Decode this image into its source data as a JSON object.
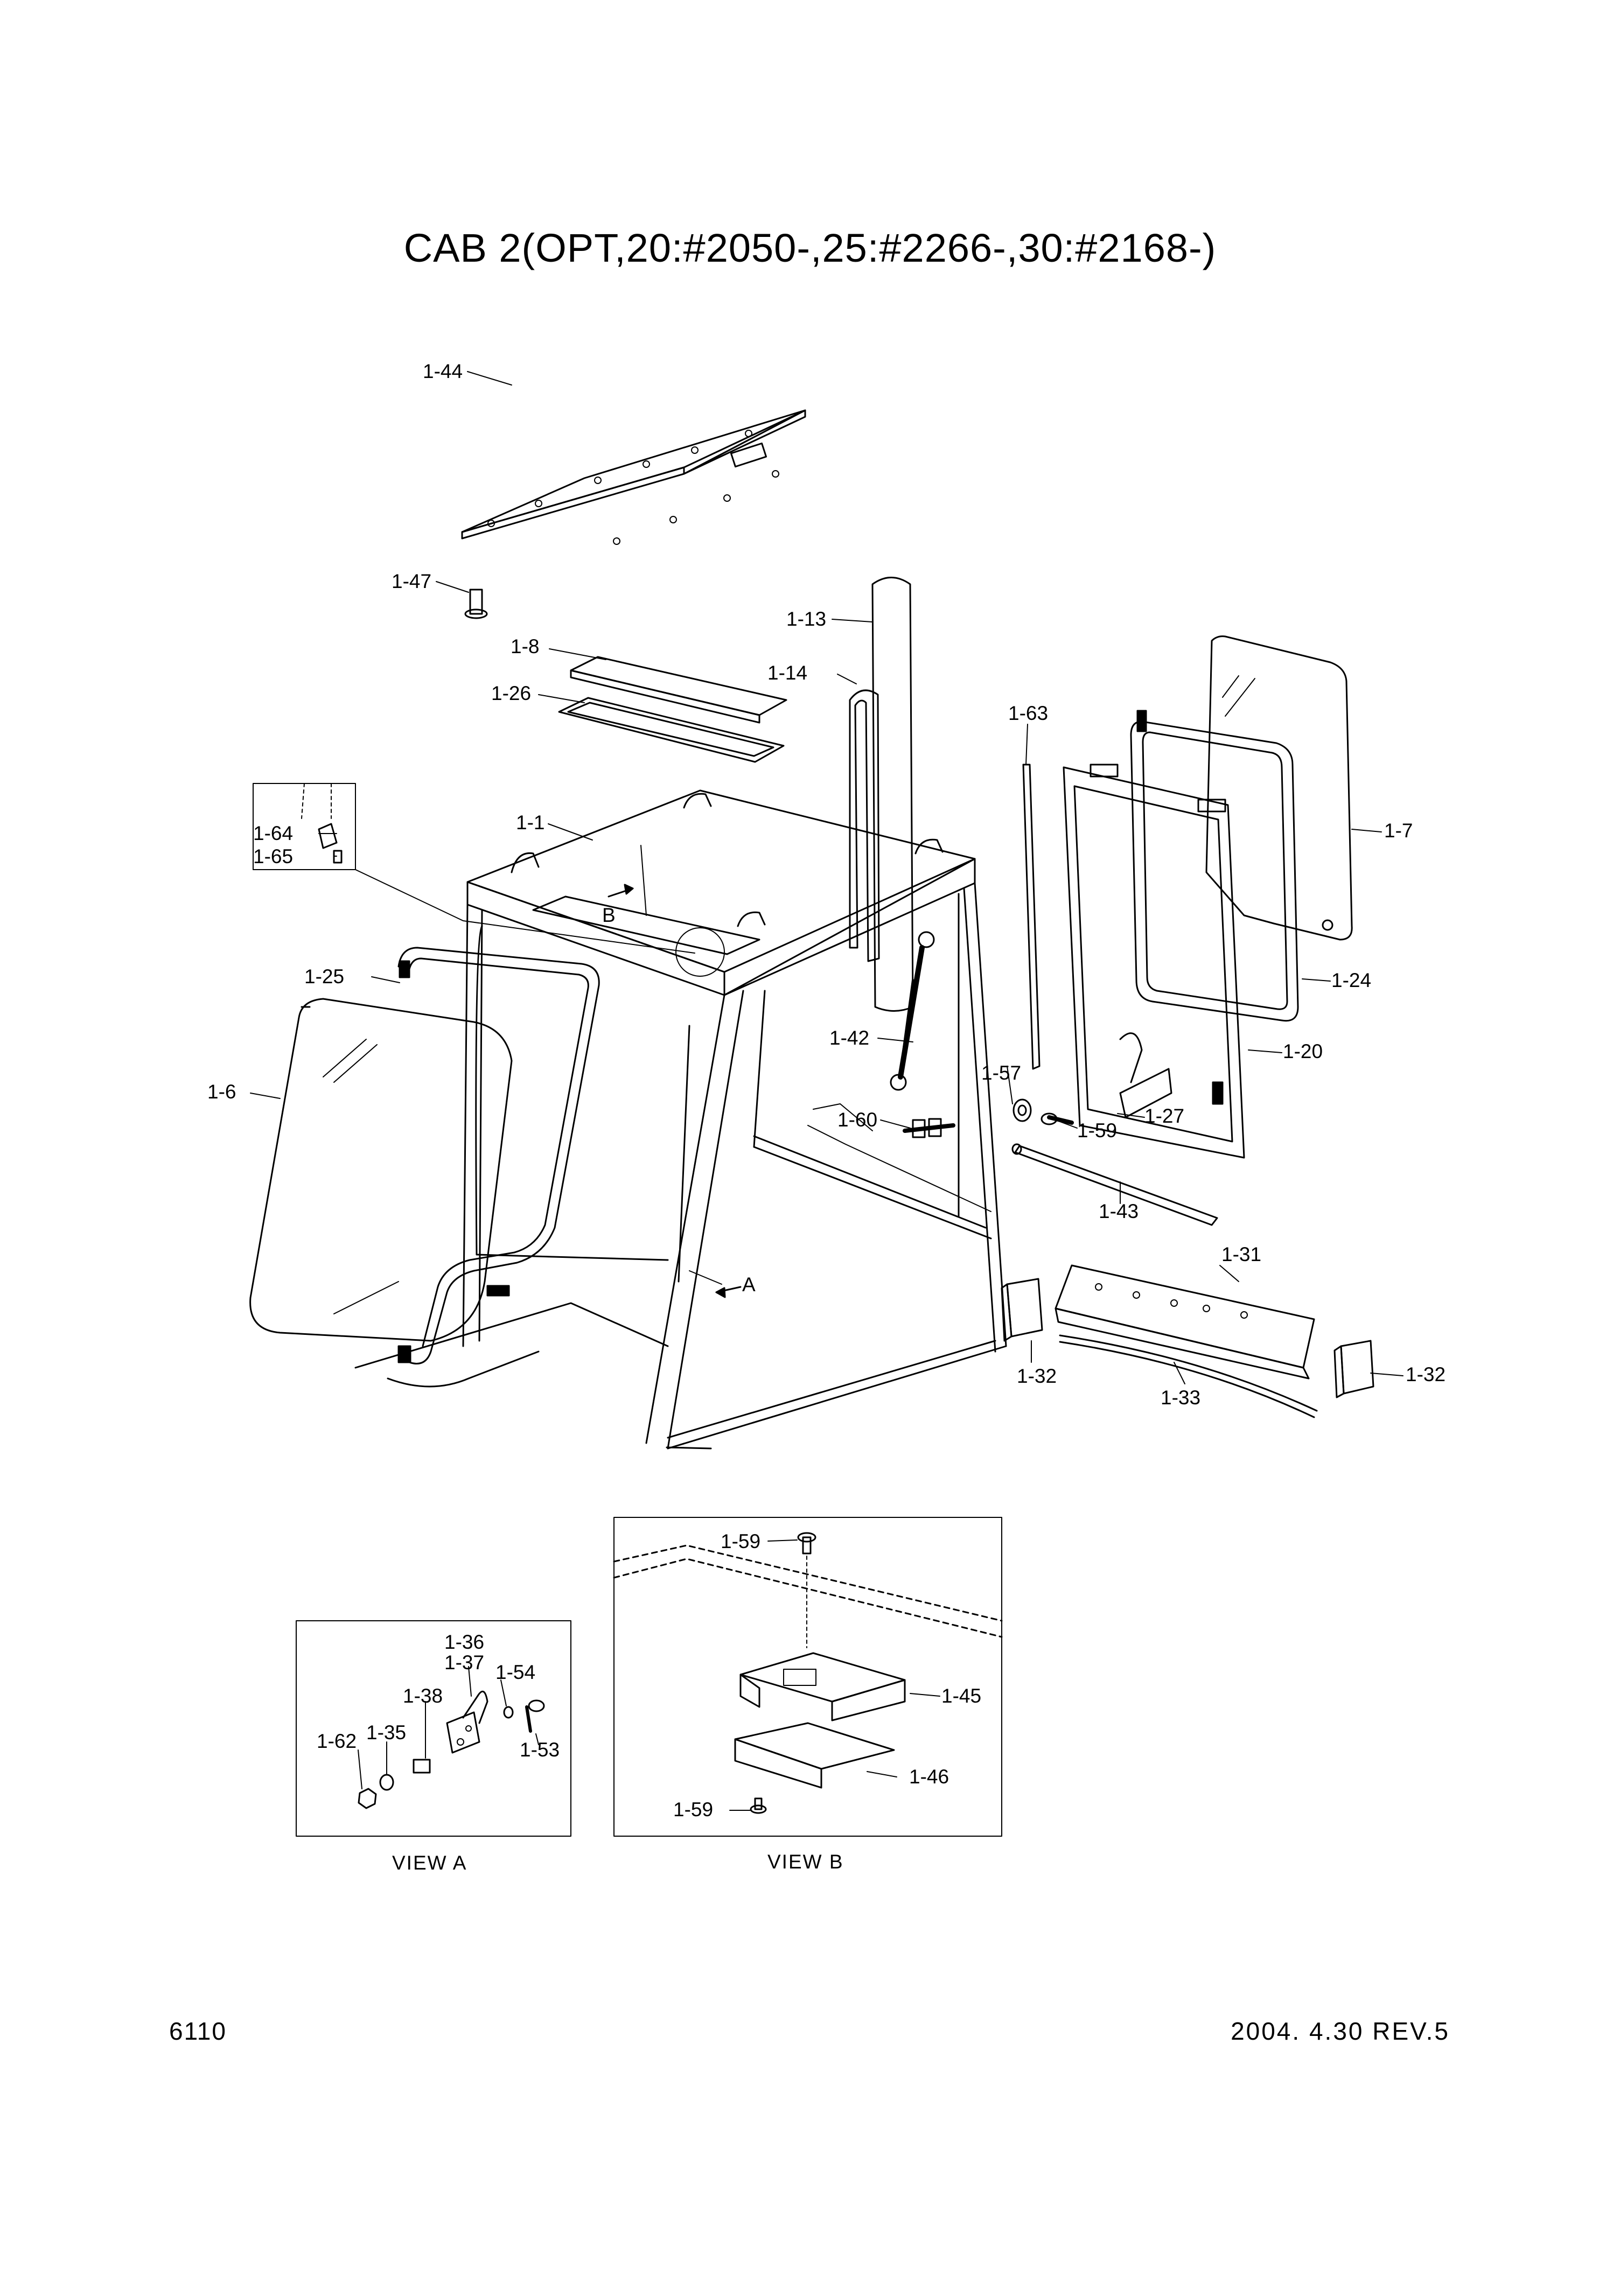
{
  "title": "CAB 2(OPT,20:#2050-,25:#2266-,30:#2168-)",
  "page_number": "6110",
  "revision": "2004. 4.30 REV.5",
  "callouts": {
    "p1_44": "1-44",
    "p1_47": "1-47",
    "p1_8": "1-8",
    "p1_26": "1-26",
    "p1_13": "1-13",
    "p1_14": "1-14",
    "p1_63": "1-63",
    "p1_7": "1-7",
    "p1_64": "1-64",
    "p1_65": "1-65",
    "p1_1": "1-1",
    "p1_25": "1-25",
    "p1_6": "1-6",
    "p1_42": "1-42",
    "p1_57": "1-57",
    "p1_60": "1-60",
    "p1_59_main": "1-59",
    "p1_27": "1-27",
    "p1_24": "1-24",
    "p1_20": "1-20",
    "p1_43": "1-43",
    "p1_31": "1-31",
    "p1_32_left": "1-32",
    "p1_32_right": "1-32",
    "p1_33": "1-33",
    "view_ref_a": "A",
    "view_ref_b": "B"
  },
  "view_a": {
    "caption": "VIEW A",
    "callouts": {
      "p1_36": "1-36",
      "p1_37": "1-37",
      "p1_38": "1-38",
      "p1_54": "1-54",
      "p1_35": "1-35",
      "p1_62": "1-62",
      "p1_53": "1-53"
    }
  },
  "view_b": {
    "caption": "VIEW B",
    "callouts": {
      "p1_59_top": "1-59",
      "p1_45": "1-45",
      "p1_46": "1-46",
      "p1_59_bottom": "1-59"
    }
  }
}
